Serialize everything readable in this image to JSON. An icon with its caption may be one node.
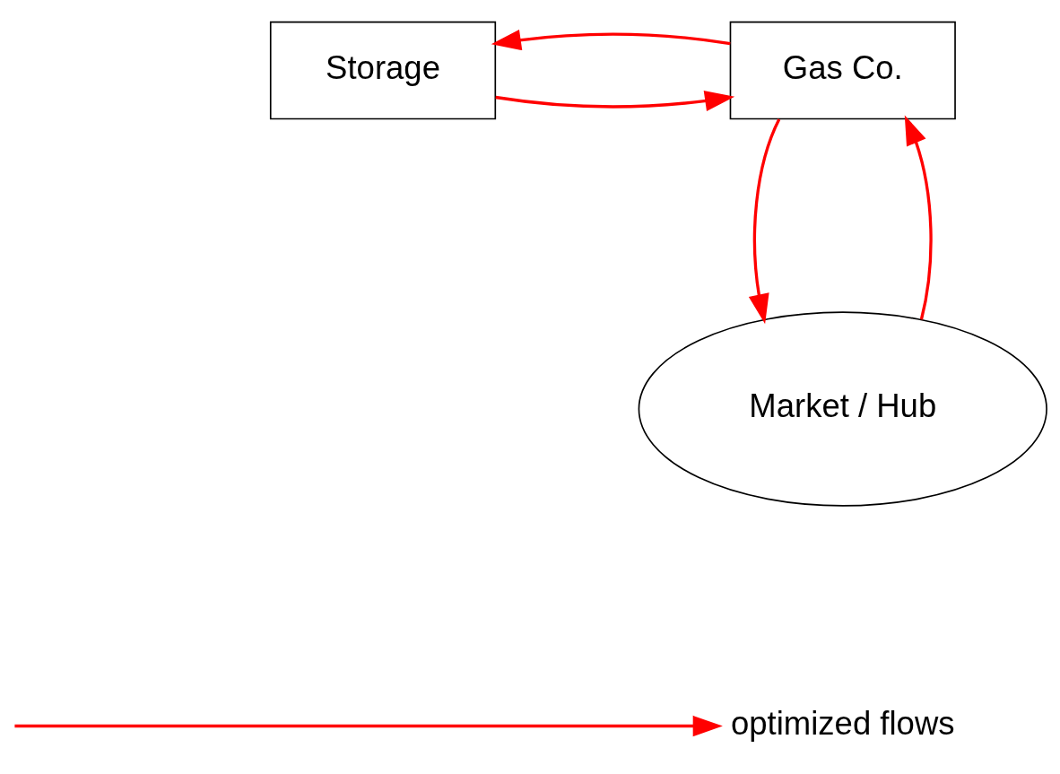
{
  "diagram": {
    "nodes": [
      {
        "text": [
          "Storage"
        ]
      },
      {
        "text": [
          "Gas Co."
        ]
      },
      {
        "text": [
          "Market / Hub"
        ]
      }
    ],
    "edges": [
      {
        "from": 0,
        "to": 1,
        "arrow": "to"
      },
      {
        "from": 1,
        "to": 0,
        "arrow": "to"
      },
      {
        "from": 2,
        "to": 1,
        "arrow": "to"
      },
      {
        "from": 1,
        "to": 2,
        "arrow": "to"
      }
    ],
    "legend": [
      {
        "text": "optimized flows"
      }
    ]
  }
}
